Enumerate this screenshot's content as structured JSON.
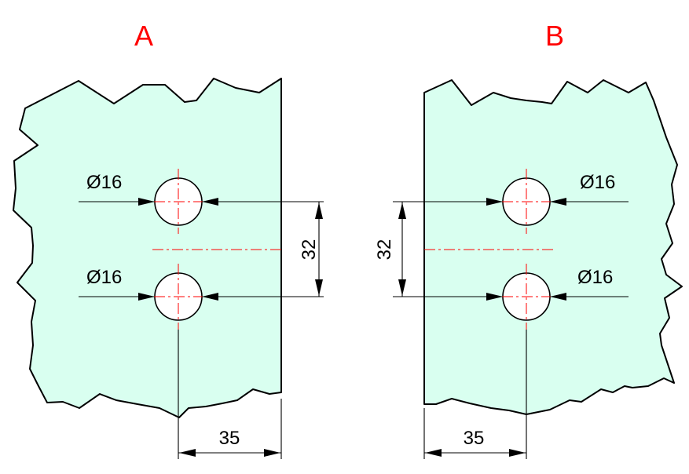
{
  "views": [
    {
      "label": "A",
      "hole_upper_dim": "Ø16",
      "hole_lower_dim": "Ø16",
      "spacing_dim": "32",
      "edge_dim": "35"
    },
    {
      "label": "B",
      "hole_upper_dim": "Ø16",
      "hole_lower_dim": "Ø16",
      "spacing_dim": "32",
      "edge_dim": "35"
    }
  ],
  "colors": {
    "part_fill": "#d9fff0",
    "label": "#ff0000",
    "centerline": "#ff0000",
    "line": "#000000"
  }
}
